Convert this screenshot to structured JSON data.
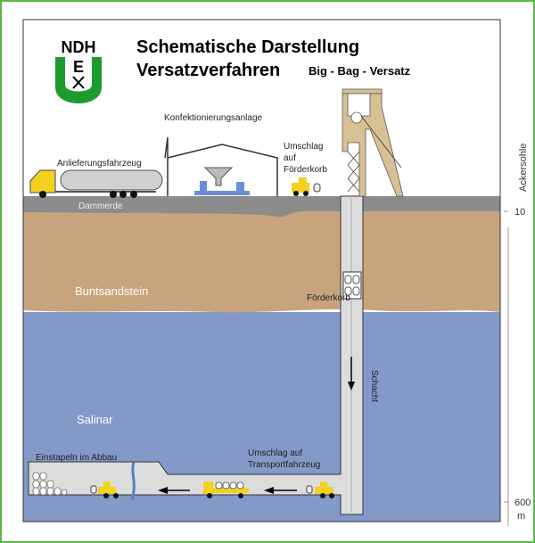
{
  "logo": {
    "line1": "NDH",
    "line2": "E"
  },
  "title": {
    "line1": "Schematische Darstellung",
    "line2": "Versatzverfahren",
    "subtitle": "Big - Bag - Versatz"
  },
  "labels": {
    "konfektionierung": "Konfektionierungsanlage",
    "anlieferung": "Anlieferungsfahrzeug",
    "umschlag_foerderkorb": [
      "Umschlag",
      "auf",
      "Förderkorb"
    ],
    "dammerde": "Dammerde",
    "buntsandstein": "Buntsandstein",
    "foerderkorb": "Förderkorb",
    "schacht": "Schacht",
    "salinar": "Salinar",
    "einstapeln": "Einstapeln im Abbau",
    "umschlag_transport": [
      "Umschlag auf",
      "Transportfahrzeug"
    ]
  },
  "depth_scale": {
    "label": "Ackersohle",
    "top_value": "10",
    "bottom_value": "600",
    "unit": "m"
  },
  "colors": {
    "frame": "#5cb846",
    "logo_green": "#1e9a2e",
    "ground": "#8c8c8c",
    "sand": "#c8a47c",
    "salt": "#8399c8",
    "tunnel": "#dcdcdc",
    "vehicle": "#f2d21e",
    "headframe": "#d8c095",
    "equipment": "#6a8fd8"
  }
}
